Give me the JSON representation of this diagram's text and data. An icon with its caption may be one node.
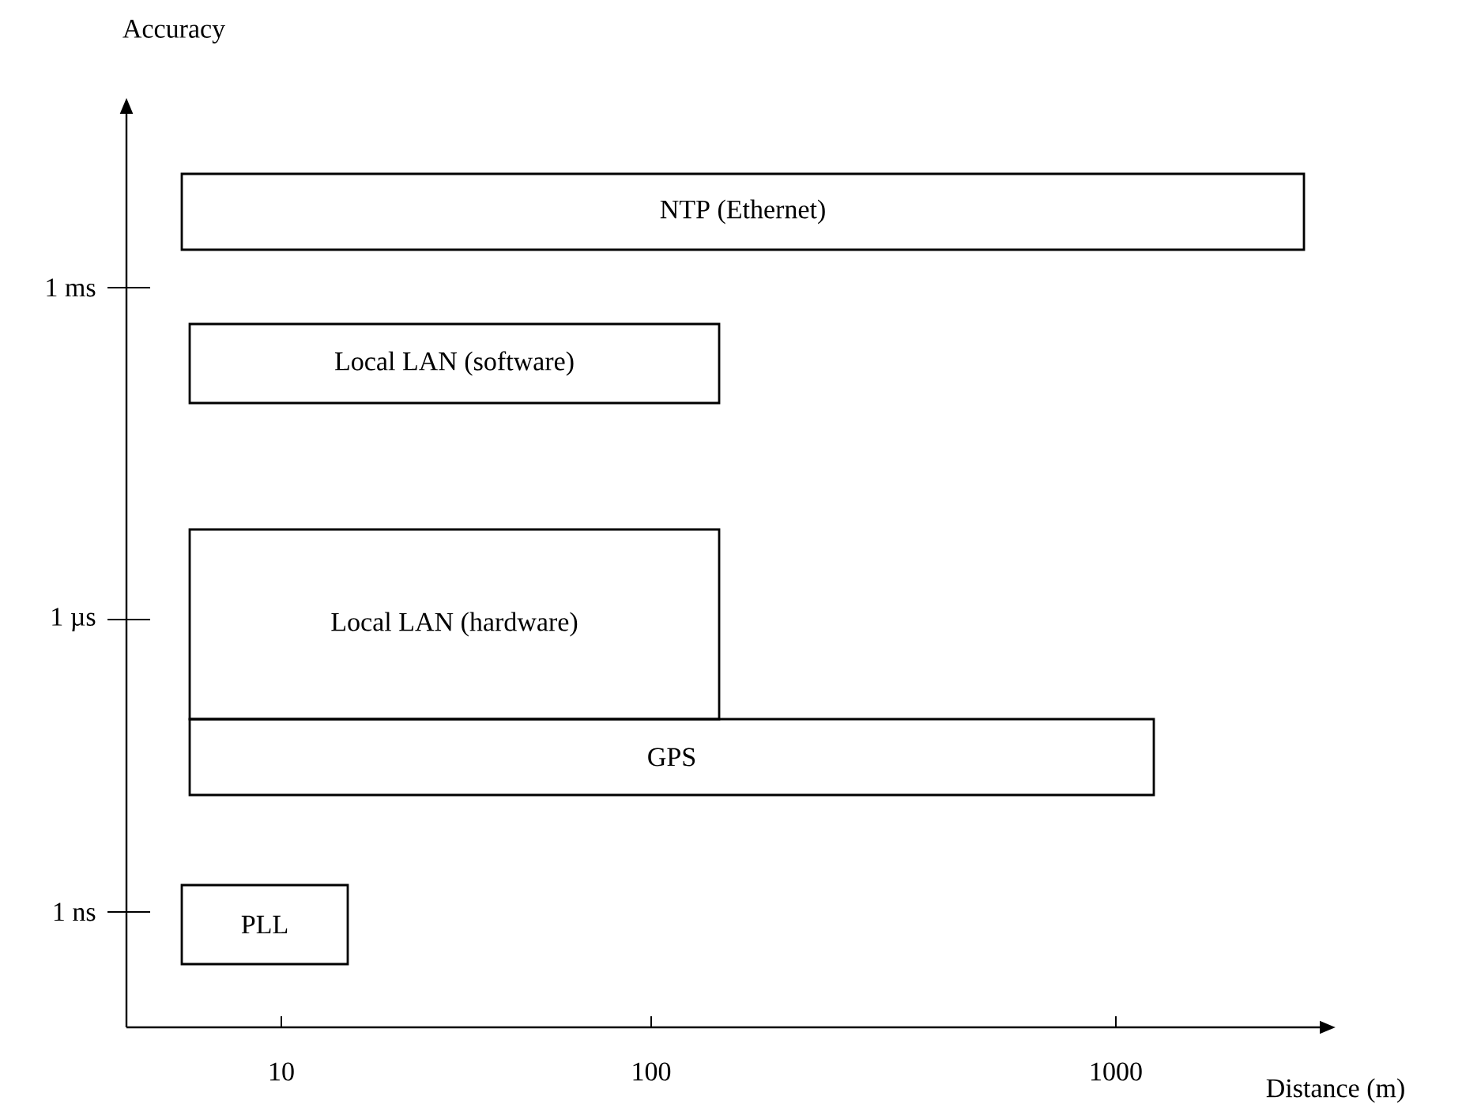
{
  "diagram": {
    "nodes": [
      {
        "text": [
          "NTP (Ethernet)"
        ]
      },
      {
        "text": [
          "Local LAN (software)"
        ]
      },
      {
        "text": [
          "Local LAN (hardware)"
        ]
      },
      {
        "text": [
          "GPS"
        ]
      },
      {
        "text": [
          "PLL"
        ]
      }
    ],
    "labels": [
      "Accuracy",
      "1 ms",
      "1 µs",
      "1 ns",
      "10",
      "100",
      "1000",
      "Distance (m)"
    ]
  }
}
